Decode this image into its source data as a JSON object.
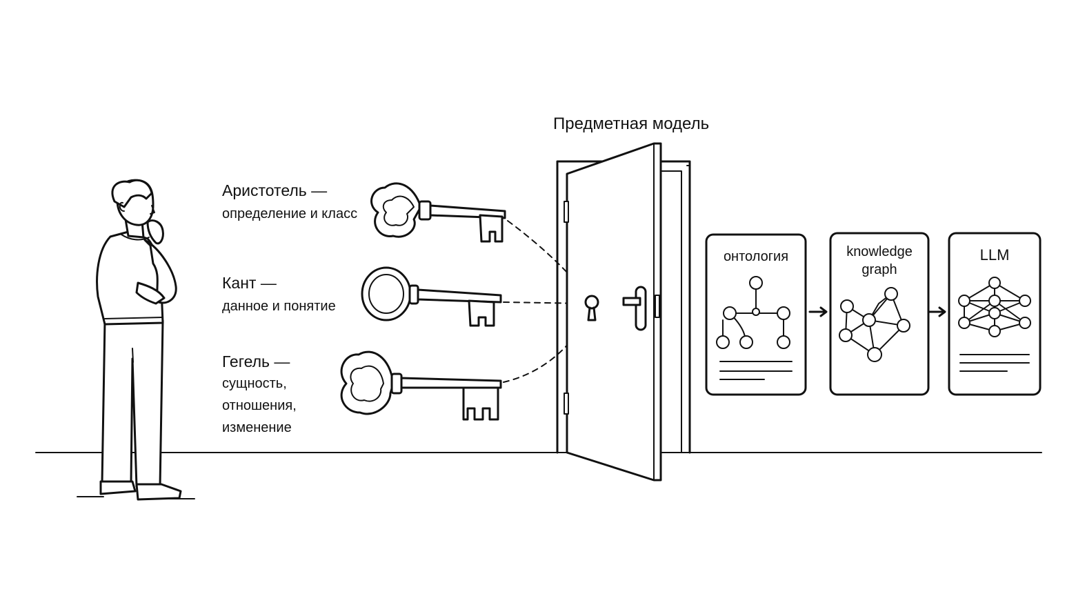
{
  "door": {
    "title": "Предметная модель"
  },
  "keys": [
    {
      "name": "Аристотель —",
      "lines": [
        "определение и класс"
      ]
    },
    {
      "name": "Кант —",
      "lines": [
        "данное и понятие"
      ]
    },
    {
      "name": "Гегель —",
      "lines": [
        "сущность,",
        "отношения,",
        "изменение"
      ]
    }
  ],
  "cards": [
    {
      "title": "онтология"
    },
    {
      "title_lines": [
        "knowledge",
        "graph"
      ]
    },
    {
      "title": "LLM"
    }
  ],
  "colors": {
    "ink": "#111111",
    "background": "#ffffff"
  }
}
